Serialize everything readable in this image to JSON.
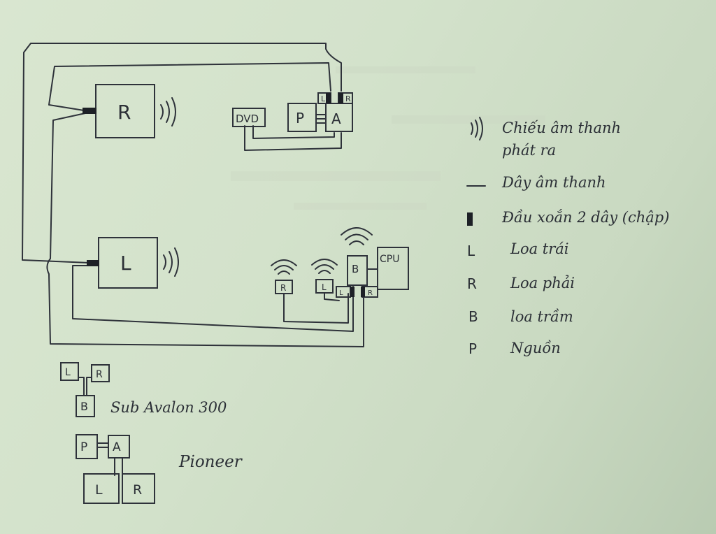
{
  "boxes": {
    "speaker_r": "R",
    "speaker_l": "L",
    "dvd": "DVD",
    "power": "P",
    "amp": "A",
    "amp_l": "L",
    "amp_r": "R",
    "sub": "B",
    "cpu": "CPU",
    "sat_r": "R",
    "sat_l": "L",
    "sub_l": "L",
    "sub_r": "R"
  },
  "legend": [
    {
      "symbol": ")))",
      "text": "Chiếu âm thanh",
      "text2": "phát ra"
    },
    {
      "symbol": "—",
      "text": "Dây âm thanh"
    },
    {
      "symbol": "■",
      "text": "Đầu xoắn 2 dây (chập)"
    },
    {
      "symbol": "L",
      "text": "Loa trái"
    },
    {
      "symbol": "R",
      "text": "Loa phải"
    },
    {
      "symbol": "B",
      "text": "loa trầm"
    },
    {
      "symbol": "P",
      "text": "Nguồn"
    }
  ],
  "kits": {
    "sub": {
      "l": "L",
      "r": "R",
      "b": "B",
      "name": "Sub Avalon 300"
    },
    "pioneer": {
      "p": "P",
      "a": "A",
      "l": "L",
      "r": "R",
      "name": "Pioneer"
    }
  }
}
